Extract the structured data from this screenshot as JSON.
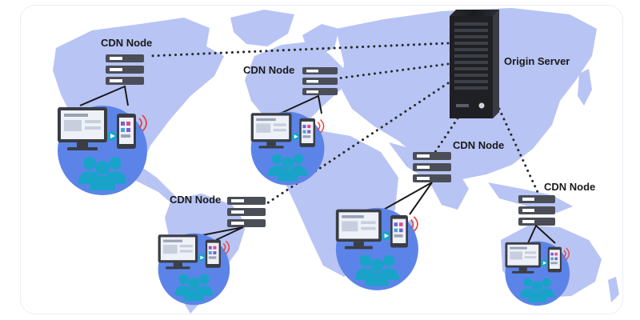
{
  "labels": {
    "origin": "Origin Server",
    "cdn_north_america": "CDN Node",
    "cdn_europe": "CDN Node",
    "cdn_south_america": "CDN Node",
    "cdn_asia": "CDN Node",
    "cdn_oceania": "CDN Node"
  },
  "colors": {
    "map_land": "#b8c4f4",
    "link_dots": "#2a2a2a",
    "server_dark": "#1f2024",
    "node_stack": "#4b4e57",
    "user_circle": "#5c84e8",
    "user_people": "#1aa3c9",
    "wifi": "#e8413c"
  },
  "icons": [
    "origin-server-icon",
    "cdn-node-stack-icon",
    "desktop-computer-icon",
    "smartphone-icon",
    "wifi-signal-icon",
    "user-group-icon"
  ]
}
